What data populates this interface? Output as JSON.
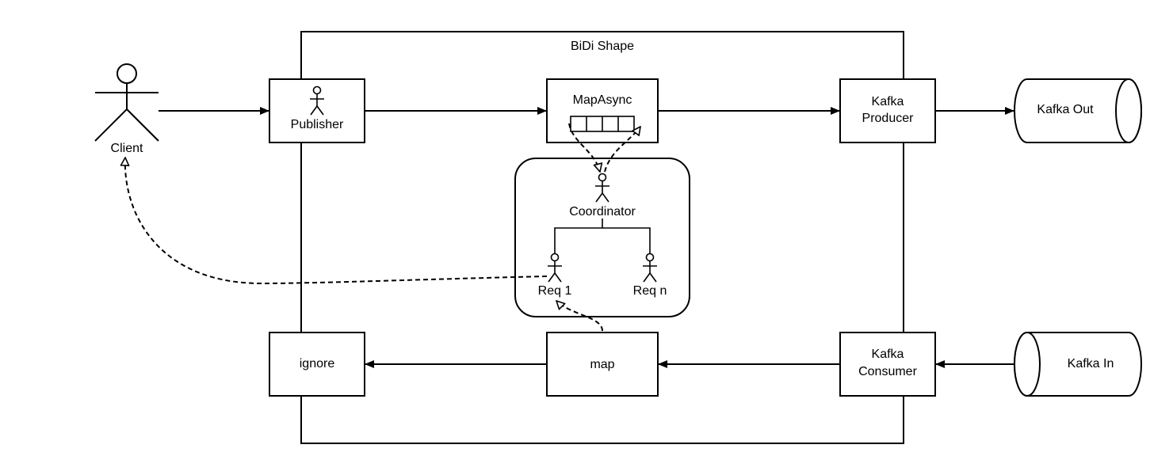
{
  "diagram": {
    "title": "BiDi Shape",
    "client": {
      "label": "Client"
    },
    "publisher": {
      "label": "Publisher"
    },
    "map_async": {
      "label": "MapAsync"
    },
    "kafka_producer": {
      "line1": "Kafka",
      "line2": "Producer"
    },
    "kafka_out": {
      "label": "Kafka Out"
    },
    "coordinator": {
      "label": "Coordinator"
    },
    "req1": {
      "label": "Req 1"
    },
    "reqn": {
      "label": "Req n"
    },
    "ignore": {
      "label": "ignore"
    },
    "map": {
      "label": "map"
    },
    "kafka_consumer": {
      "line1": "Kafka",
      "line2": "Consumer"
    },
    "kafka_in": {
      "label": "Kafka In"
    }
  },
  "colors": {
    "stroke": "#000000",
    "fill": "#ffffff"
  },
  "icons": [
    "stick-figure-icon",
    "actor-icon",
    "queue-icon",
    "arrow-head-icon"
  ]
}
